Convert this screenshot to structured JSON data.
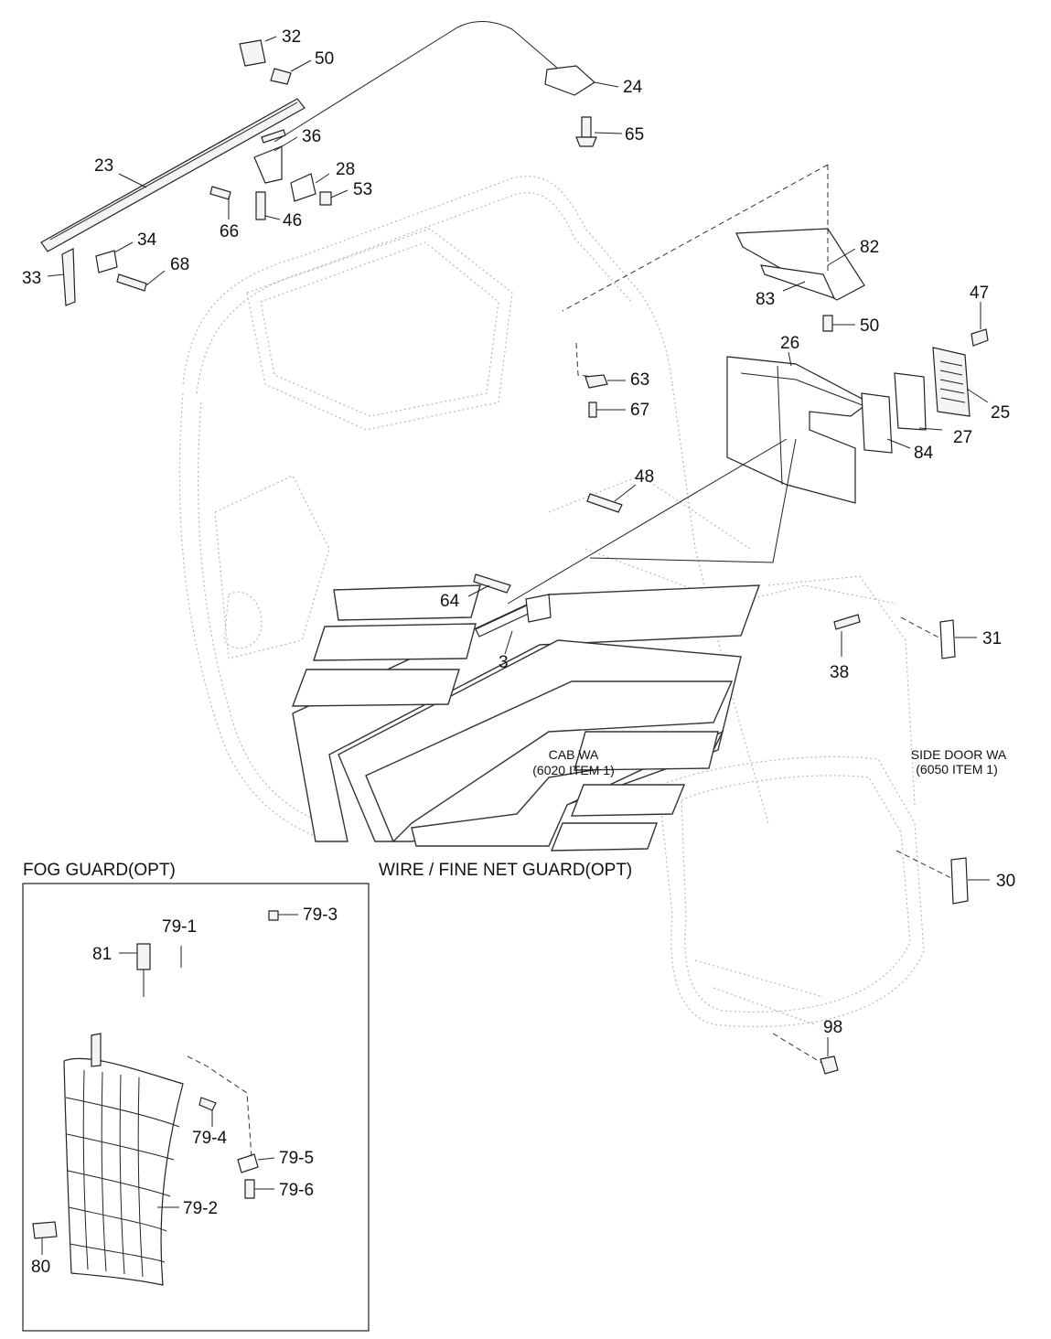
{
  "sections": {
    "fog_guard_title": "FOG GUARD(OPT)",
    "wire_guard_title": "WIRE / FINE NET GUARD(OPT)"
  },
  "notes": {
    "cab_line1": "CAB WA",
    "cab_line2": "(6020 ITEM 1)",
    "door_line1": "SIDE DOOR WA",
    "door_line2": "(6050 ITEM 1)"
  },
  "callouts": [
    "32",
    "50",
    "24",
    "65",
    "36",
    "23",
    "28",
    "53",
    "66",
    "46",
    "34",
    "68",
    "33",
    "82",
    "83",
    "50",
    "47",
    "26",
    "63",
    "67",
    "25",
    "27",
    "84",
    "48",
    "64",
    "3",
    "31",
    "38",
    "30",
    "98",
    "79-3",
    "79-1",
    "81",
    "79-4",
    "79-5",
    "79-6",
    "79-2",
    "80"
  ]
}
